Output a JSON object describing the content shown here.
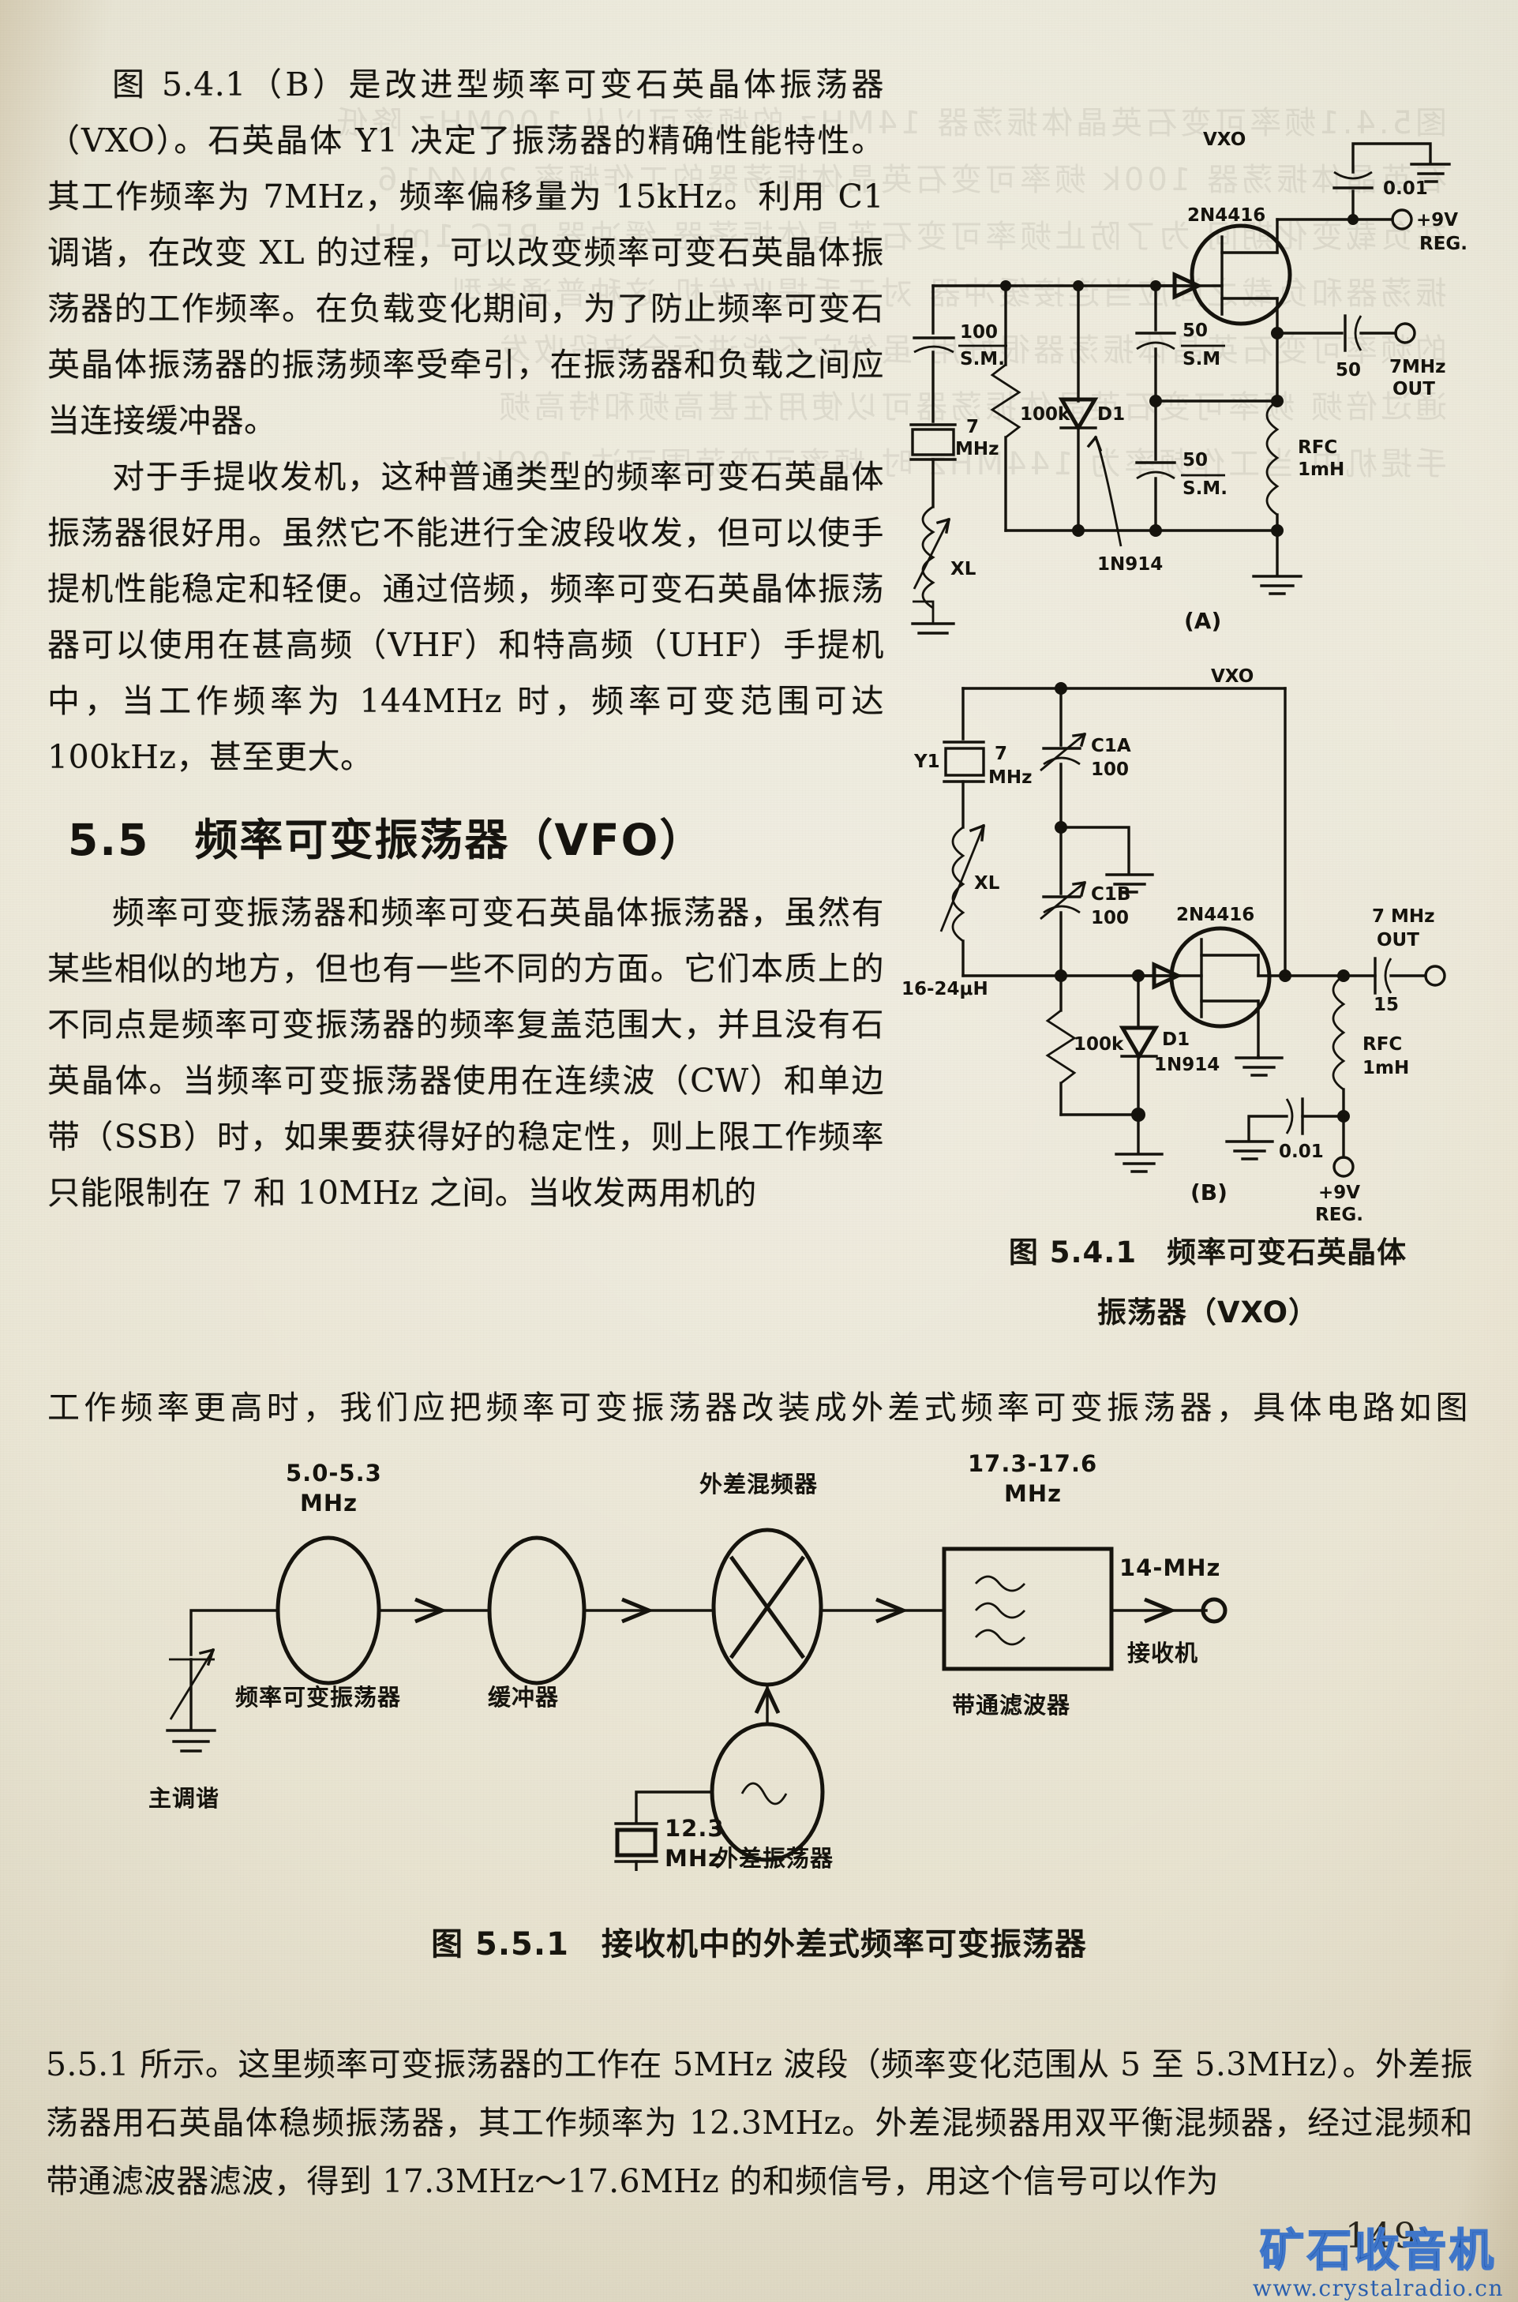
{
  "page": {
    "number": "149",
    "watermark_cn": "矿石收音机",
    "watermark_url": "www.crystalradio.cn"
  },
  "body": {
    "para1": "图 5.4.1（B）是改进型频率可变石英晶体振荡器（VXO）。石英晶体 Y1 决定了振荡器的精确性能特性。其工作频率为 7MHz，频率偏移量为 15kHz。利用 C1 调谐，在改变 XL 的过程，可以改变频率可变石英晶体振荡器的工作频率。在负载变化期间，为了防止频率可变石英晶体振荡器的振荡频率受牵引，在振荡器和负载之间应当连接缓冲器。",
    "para2": "对于手提收发机，这种普通类型的频率可变石英晶体振荡器很好用。虽然它不能进行全波段收发，但可以使手提机性能稳定和轻便。通过倍频，频率可变石英晶体振荡器可以使用在甚高频（VHF）和特高频（UHF）手提机中，当工作频率为 144MHz 时，频率可变范围可达100kHz，甚至更大。",
    "section_heading": "5.5　频率可变振荡器（VFO）",
    "para3": "频率可变振荡器和频率可变石英晶体振荡器，虽然有某些相似的地方，但也有一些不同的方面。它们本质上的不同点是频率可变振荡器的频率复盖范围大，并且没有石英晶体。当频率可变振荡器使用在连续波（CW）和单边带（SSB）时，如果要获得好的稳定性，则上限工作频率只能限制在 7 和 10MHz 之间。当收发两用机的",
    "para3_tail": "工作频率更高时，我们应把频率可变振荡器改装成外差式频率可变振荡器，具体电路如图",
    "para4": "5.5.1 所示。这里频率可变振荡器的工作在 5MHz 波段（频率变化范围从 5 至 5.3MHz）。外差振荡器用石英晶体稳频振荡器，其工作频率为 12.3MHz。外差混频器用双平衡混频器，经过混频和带通滤波器滤波，得到 17.3MHz～17.6MHz 的和频信号，用这个信号可以作为"
  },
  "figure_541": {
    "caption_line1": "图 5.4.1　频率可变石英晶体",
    "caption_line2": "振荡器（VXO）",
    "circuit_a": {
      "panel_label": "(A)",
      "title": "VXO",
      "labels": {
        "c_100": "100",
        "c_100_sm": "S.M.",
        "xtal_freq_1": "7",
        "xtal_freq_2": "MHz",
        "coil": "XL",
        "r_100k": "100k",
        "diode_ref": "D1",
        "diode_type": "1N914",
        "c_50a": "50",
        "c_50a_sm": "S.M",
        "c_50b": "50",
        "c_50b_sm": "S.M.",
        "fet": "2N4416",
        "c_001": "0.01",
        "supply_1": "+9V",
        "supply_2": "REG.",
        "c_out": "50",
        "out_1": "7MHz",
        "out_2": "OUT",
        "rfc_1": "RFC",
        "rfc_2": "1mH"
      }
    },
    "circuit_b": {
      "panel_label": "(B)",
      "title": "VXO",
      "labels": {
        "xtal_ref": "Y1",
        "xtal_freq_1": "7",
        "xtal_freq_2": "MHz",
        "c1a_ref": "C1A",
        "c1a_val": "100",
        "c1b_ref": "C1B",
        "c1b_val": "100",
        "coil": "XL",
        "coil_val": "16-24μH",
        "r_100k": "100k",
        "diode_ref": "D1",
        "diode_type": "1N914",
        "fet": "2N4416",
        "out_1": "7 MHz",
        "out_2": "OUT",
        "c_out": "15",
        "rfc_1": "RFC",
        "rfc_2": "1mH",
        "c_001": "0.01",
        "supply_1": "+9V",
        "supply_2": "REG."
      }
    }
  },
  "figure_551": {
    "caption": "图 5.5.1　接收机中的外差式频率可变振荡器",
    "labels": {
      "vfo_freq_1": "5.0-5.3",
      "vfo_freq_2": "MHz",
      "vfo_name": "频率可变振荡器",
      "main_tune": "主调谐",
      "buffer": "缓冲器",
      "mixer_top": "外差混频器",
      "het_osc": "外差振荡器",
      "het_xtal_1": "12.3",
      "het_xtal_2": "MHz",
      "sum_freq_1": "17.3-17.6",
      "sum_freq_2": "MHz",
      "bpf": "带通滤波器",
      "out_freq": "14-MHz",
      "receiver": "接收机"
    }
  }
}
